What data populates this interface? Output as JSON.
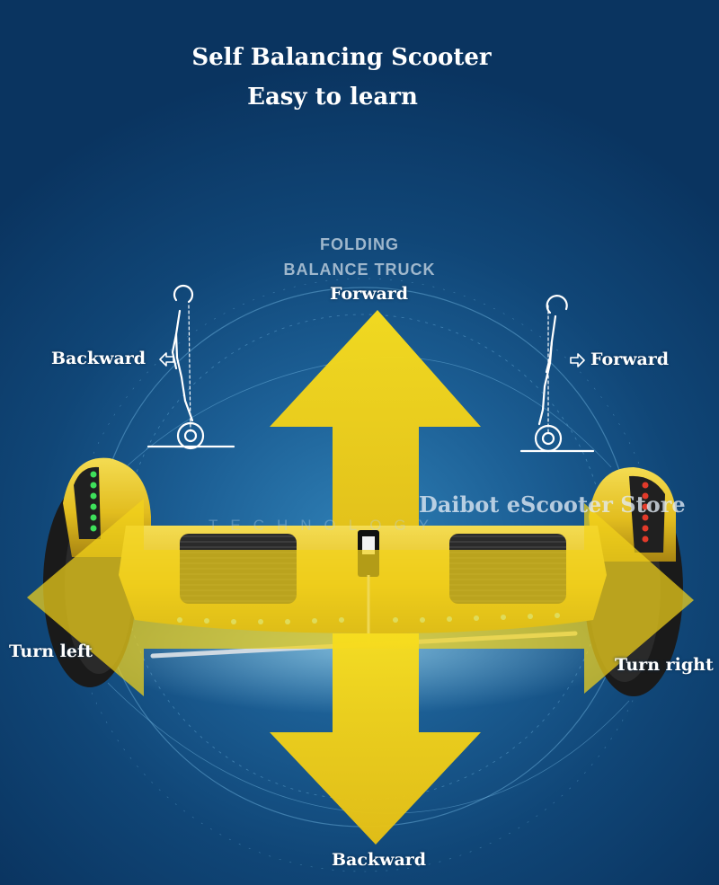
{
  "title": {
    "line1": "Self Balancing Scooter",
    "line2": "Easy to learn"
  },
  "brand_text": {
    "line1": "FOLDING",
    "line2": "BALANCE TRUCK"
  },
  "background_text": "TECHNOLOGY",
  "watermark": "Daibot eScooter Store",
  "labels": {
    "forward_top": "Forward",
    "backward_left": "Backward",
    "forward_right": "Forward",
    "turn_left": "Turn left",
    "turn_right": "Turn right",
    "backward_bottom": "Backward"
  },
  "colors": {
    "background": "#1c5f95",
    "arrow": "#f2d21a",
    "scooter_body": "#e8c62a",
    "left_led": "#3ee05a",
    "right_led": "#e23a2a",
    "text": "#ffffff"
  },
  "icons": [
    "rider-lean-back-icon",
    "rider-lean-forward-icon",
    "arrow-left-outline-icon",
    "arrow-right-outline-icon"
  ]
}
